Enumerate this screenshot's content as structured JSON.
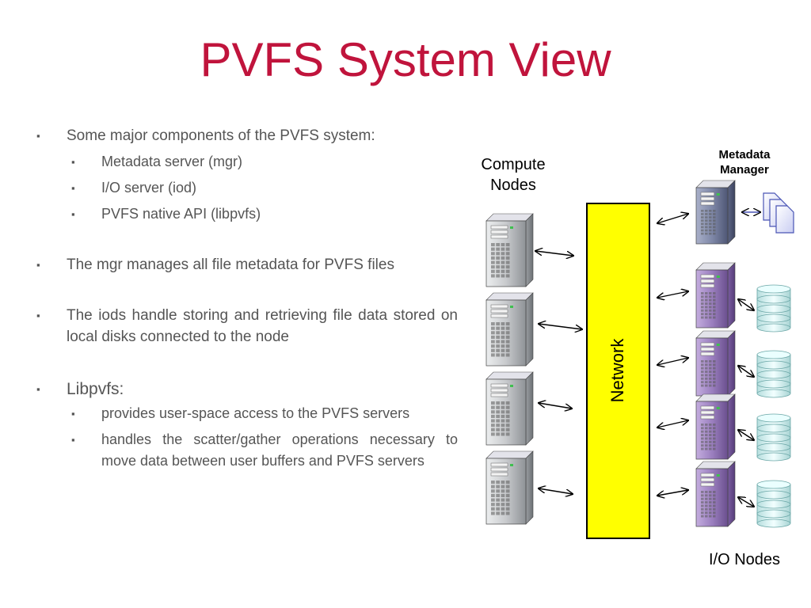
{
  "slide": {
    "title": "PVFS System View"
  },
  "bullets": {
    "l1a": "Some major components of the PVFS system:",
    "l2a": "Metadata server (mgr)",
    "l2b": "I/O server (iod)",
    "l2c": "PVFS native API (libpvfs)",
    "l1b": "The mgr manages all file metadata for PVFS files",
    "l1c": "The iods handle storing and retrieving file data stored on local disks connected to the node",
    "l1d": "Libpvfs:",
    "l2d": "provides user-space access to the PVFS servers",
    "l2e": "handles the scatter/gather operations necessary to move data between user buffers and PVFS servers"
  },
  "diagram": {
    "compute_label_line1": "Compute",
    "compute_label_line2": "Nodes",
    "metadata_label_line1": "Metadata",
    "metadata_label_line2": "Manager",
    "network_label": "Network",
    "io_label": "I/O Nodes",
    "colors": {
      "network_fill": "#ffff00",
      "compute_server": "#c8cacd",
      "metadata_server": "#7f88a8",
      "io_server": "#9b7fbf",
      "disk": "#d8f2f2",
      "title": "#c0143c"
    }
  }
}
